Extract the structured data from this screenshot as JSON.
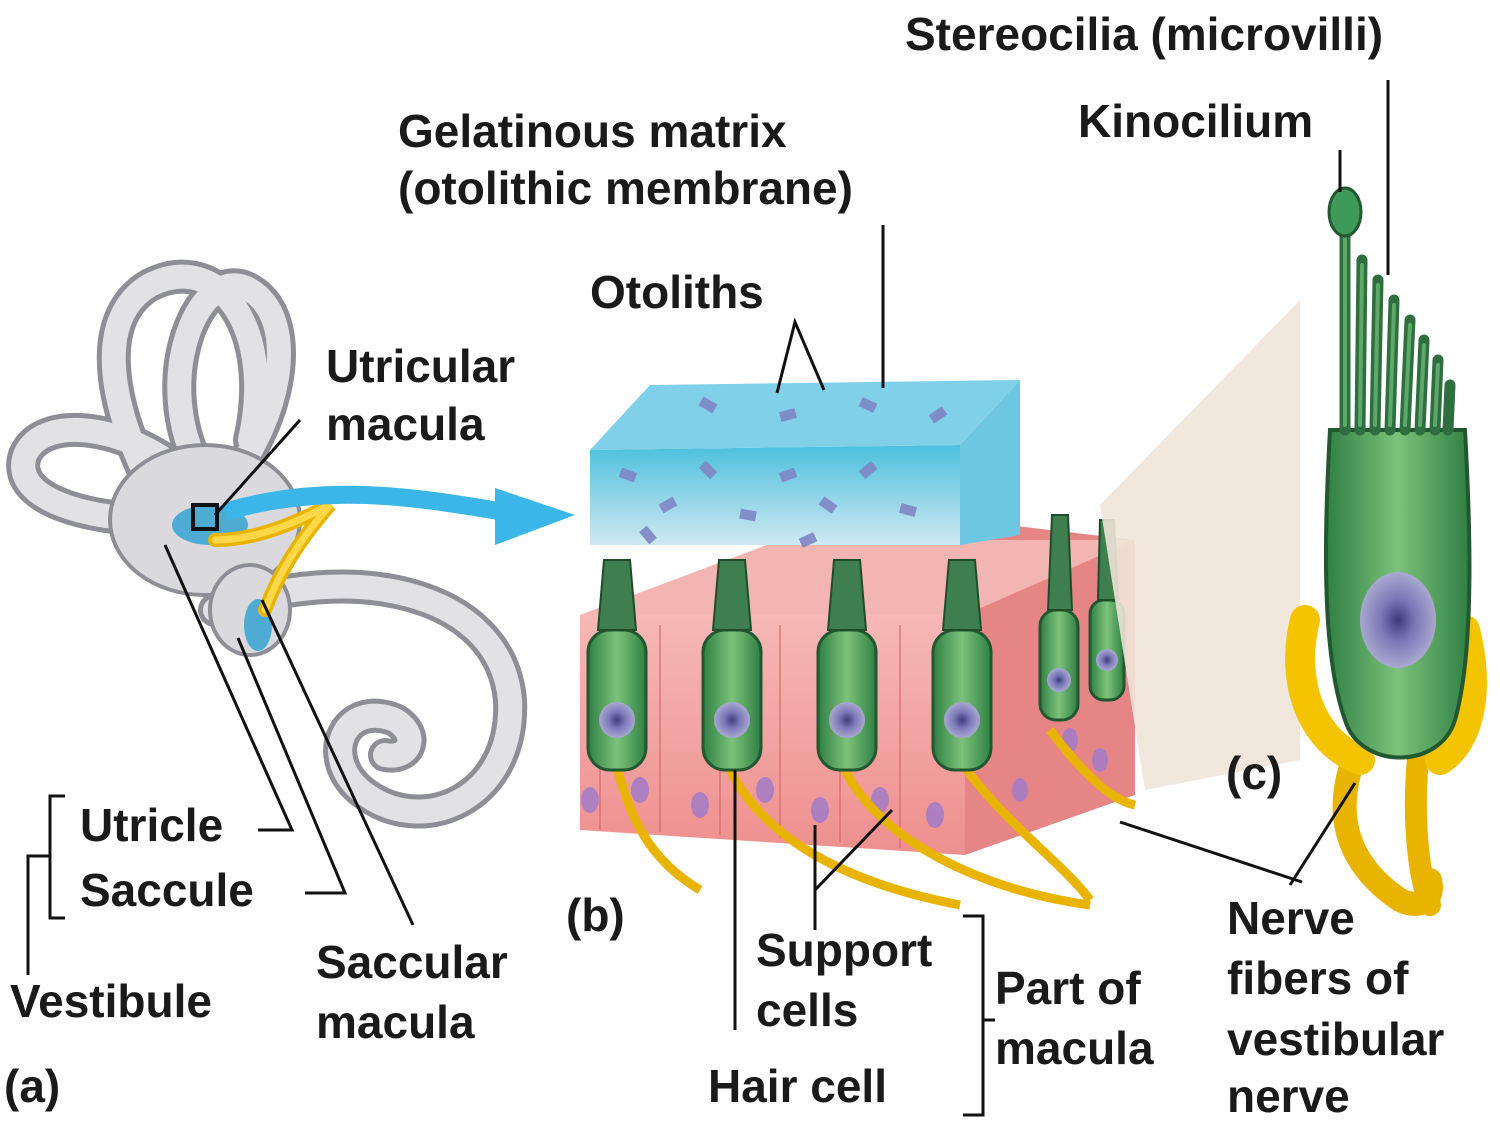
{
  "labels": {
    "stereocilia": "Stereocilia (microvilli)",
    "kinocilium": "Kinocilium",
    "gelatinous_line1": "Gelatinous matrix",
    "gelatinous_line2": "(otolithic membrane)",
    "otoliths": "Otoliths",
    "utricular_line1": "Utricular",
    "utricular_line2": "macula",
    "utricle": "Utricle",
    "saccule": "Saccule",
    "vestibule": "Vestibule",
    "saccular_line1": "Saccular",
    "saccular_line2": "macula",
    "panel_a": "(a)",
    "panel_b": "(b)",
    "panel_c": "(c)",
    "support_line1": "Support",
    "support_line2": "cells",
    "hair_cell": "Hair cell",
    "part_of_line1": "Part of",
    "part_of_line2": "macula",
    "nerve_line1": "Nerve",
    "nerve_line2": "fibers of",
    "nerve_line3": "vestibular",
    "nerve_line4": "nerve"
  },
  "colors": {
    "gel": "#8fd3e6",
    "otolith": "#7f86c4",
    "tissue": "#f2a3a3",
    "hair_cell": "#3f9a55",
    "nerve": "#f5c400",
    "arrow": "#3bb6e8",
    "labyrinth": "#d6d6da"
  }
}
